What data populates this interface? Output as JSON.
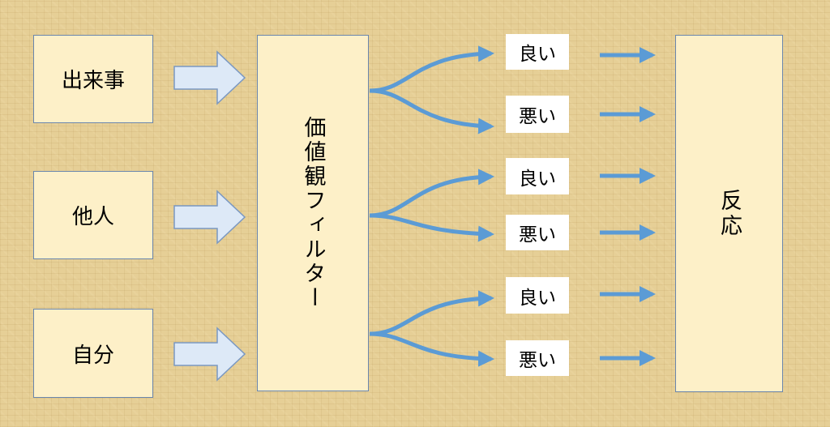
{
  "inputs": {
    "event": "出来事",
    "others": "他人",
    "self": "自分"
  },
  "filter": "価値観フィルター",
  "reaction": "反応",
  "outcomes": [
    {
      "good": "良い",
      "bad": "悪い"
    },
    {
      "good": "良い",
      "bad": "悪い"
    },
    {
      "good": "良い",
      "bad": "悪い"
    }
  ],
  "colors": {
    "background": "#e6cf96",
    "box_fill": "#fdf0c8",
    "box_border": "#6a86ad",
    "arrow_blue": "#5b9bd5",
    "block_arrow_fill": "#dde9f7",
    "block_arrow_stroke": "#7a98c2"
  }
}
